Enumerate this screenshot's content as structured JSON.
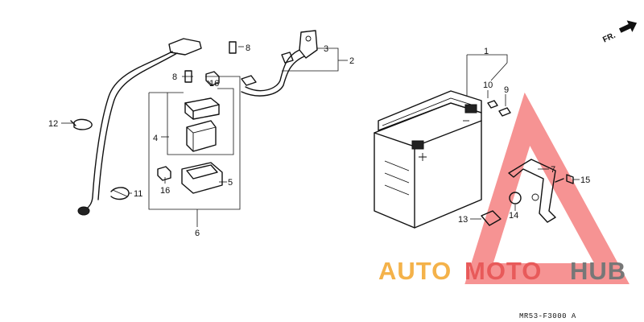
{
  "diagram": {
    "callouts": [
      "1",
      "2",
      "3",
      "4",
      "5",
      "6",
      "7",
      "8",
      "8",
      "9",
      "10",
      "11",
      "12",
      "13",
      "14",
      "15",
      "16",
      "16"
    ],
    "direction_label": "FR.",
    "drawing_code": "MR53-F3000 A",
    "watermark": {
      "part1": "AUTO",
      "part2": "MOTO",
      "part3": "HUB",
      "color1": "#f4b24a",
      "color2": "#e85a5a",
      "color3": "#777777",
      "triangle_color": "#ef3b3b"
    }
  }
}
